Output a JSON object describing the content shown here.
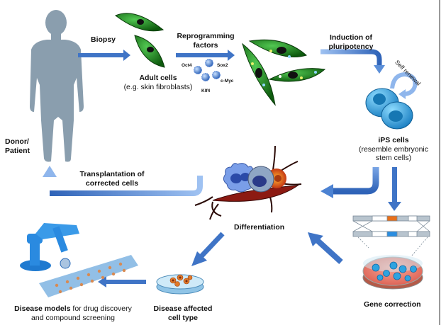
{
  "title": "Induced pluripotent stem cell (iPS) workflow",
  "colors": {
    "arrow": "#3f74c6",
    "arrow_light": "#8fb6ec",
    "silhouette": "#8a9eae",
    "fibroblast": "#1e8f1e",
    "ips_cell": "#2ea3e0",
    "neuron_red": "#8c1a12",
    "gene_orange": "#e8701a",
    "gene_blue": "#2a8de0",
    "dish_red": "#e8735e"
  },
  "nodes": {
    "donor": {
      "line1": "Donor/",
      "line2": "Patient"
    },
    "adult_cells": {
      "title": "Adult cells",
      "subtitle": "(e.g. skin fibroblasts)"
    },
    "reprogramming": {
      "line1": "Reprogramming",
      "line2": "factors",
      "factors": [
        "Oct4",
        "Sox2",
        "c-Myc",
        "Klf4"
      ]
    },
    "induction": {
      "line1": "Induction of",
      "line2": "pluripotency"
    },
    "self_renewal": "Self renewal",
    "ips": {
      "title": "iPS cells",
      "line2": "(resemble embryonic",
      "line3": "stem cells)"
    },
    "transplantation": {
      "line1": "Transplantation of",
      "line2": "corrected cells"
    },
    "differentiation": "Differentiation",
    "disease_models": {
      "bold": "Disease models",
      "rest": " for drug discovery",
      "line2": "and compound screening"
    },
    "disease_affected": {
      "line1": "Disease affected",
      "line2": "cell type"
    },
    "gene_correction": "Gene correction"
  },
  "edges": {
    "biopsy": "Biopsy"
  }
}
